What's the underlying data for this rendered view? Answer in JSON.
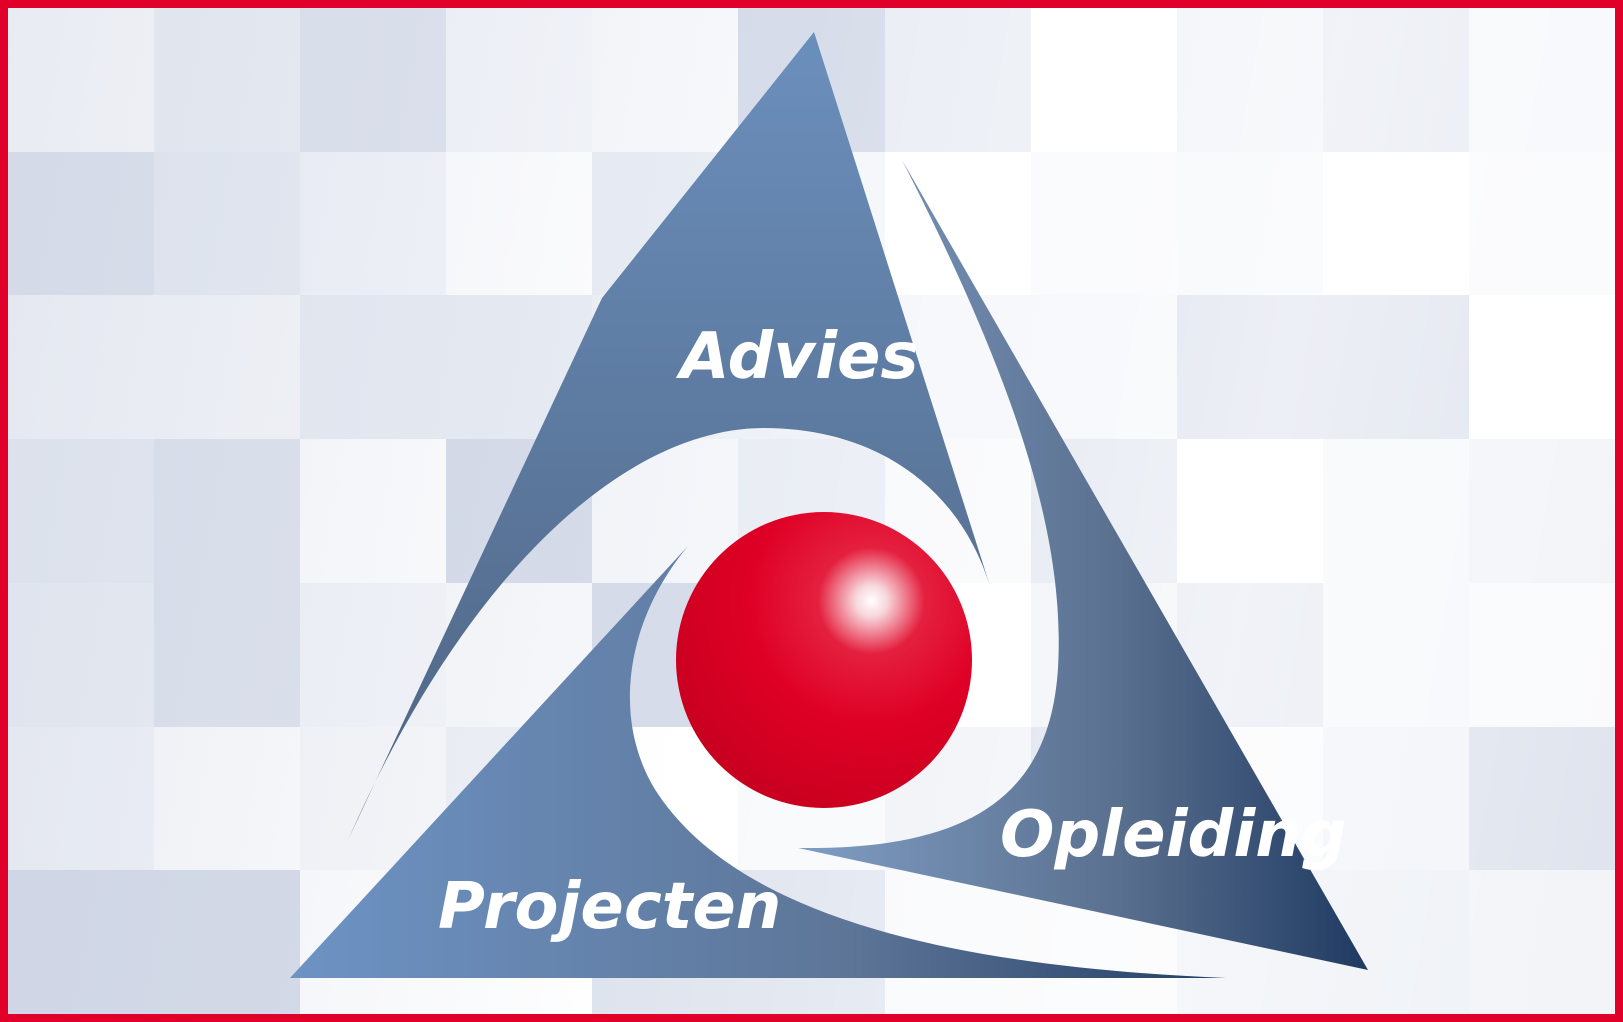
{
  "labels": {
    "top": "Advies",
    "right": "Opleiding",
    "left": "Projecten"
  },
  "colors": {
    "frame": "#e0002a",
    "triangle_light": "#6a8cb8",
    "triangle_dark": "#1e3a60",
    "sphere": "#e0002a",
    "swirl": "#e6e9f1"
  }
}
